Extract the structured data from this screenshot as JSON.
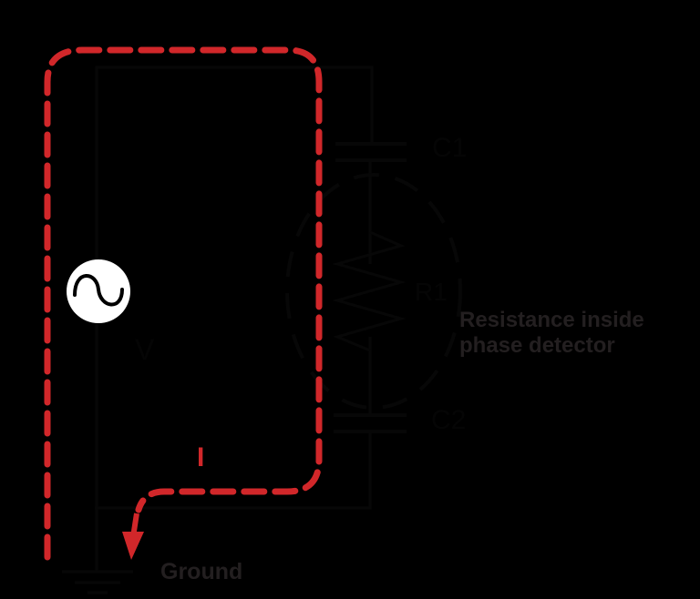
{
  "diagram": {
    "type": "circuit",
    "colors": {
      "background": "#000000",
      "wire": "#060606",
      "current_path": "#d1272a",
      "label_text": "#231f20",
      "source_fill": "#ffffff"
    },
    "components": {
      "source": {
        "symbol": "ac-voltage-source",
        "label": "V"
      },
      "capacitor_top": {
        "label": "C1"
      },
      "resistor": {
        "label": "R1"
      },
      "capacitor_bottom": {
        "label": "C2"
      },
      "ground": {
        "label": "Ground"
      }
    },
    "annotations": {
      "resistance_note_line1": "Resistance inside",
      "resistance_note_line2": "phase detector",
      "current_label": "I"
    }
  }
}
